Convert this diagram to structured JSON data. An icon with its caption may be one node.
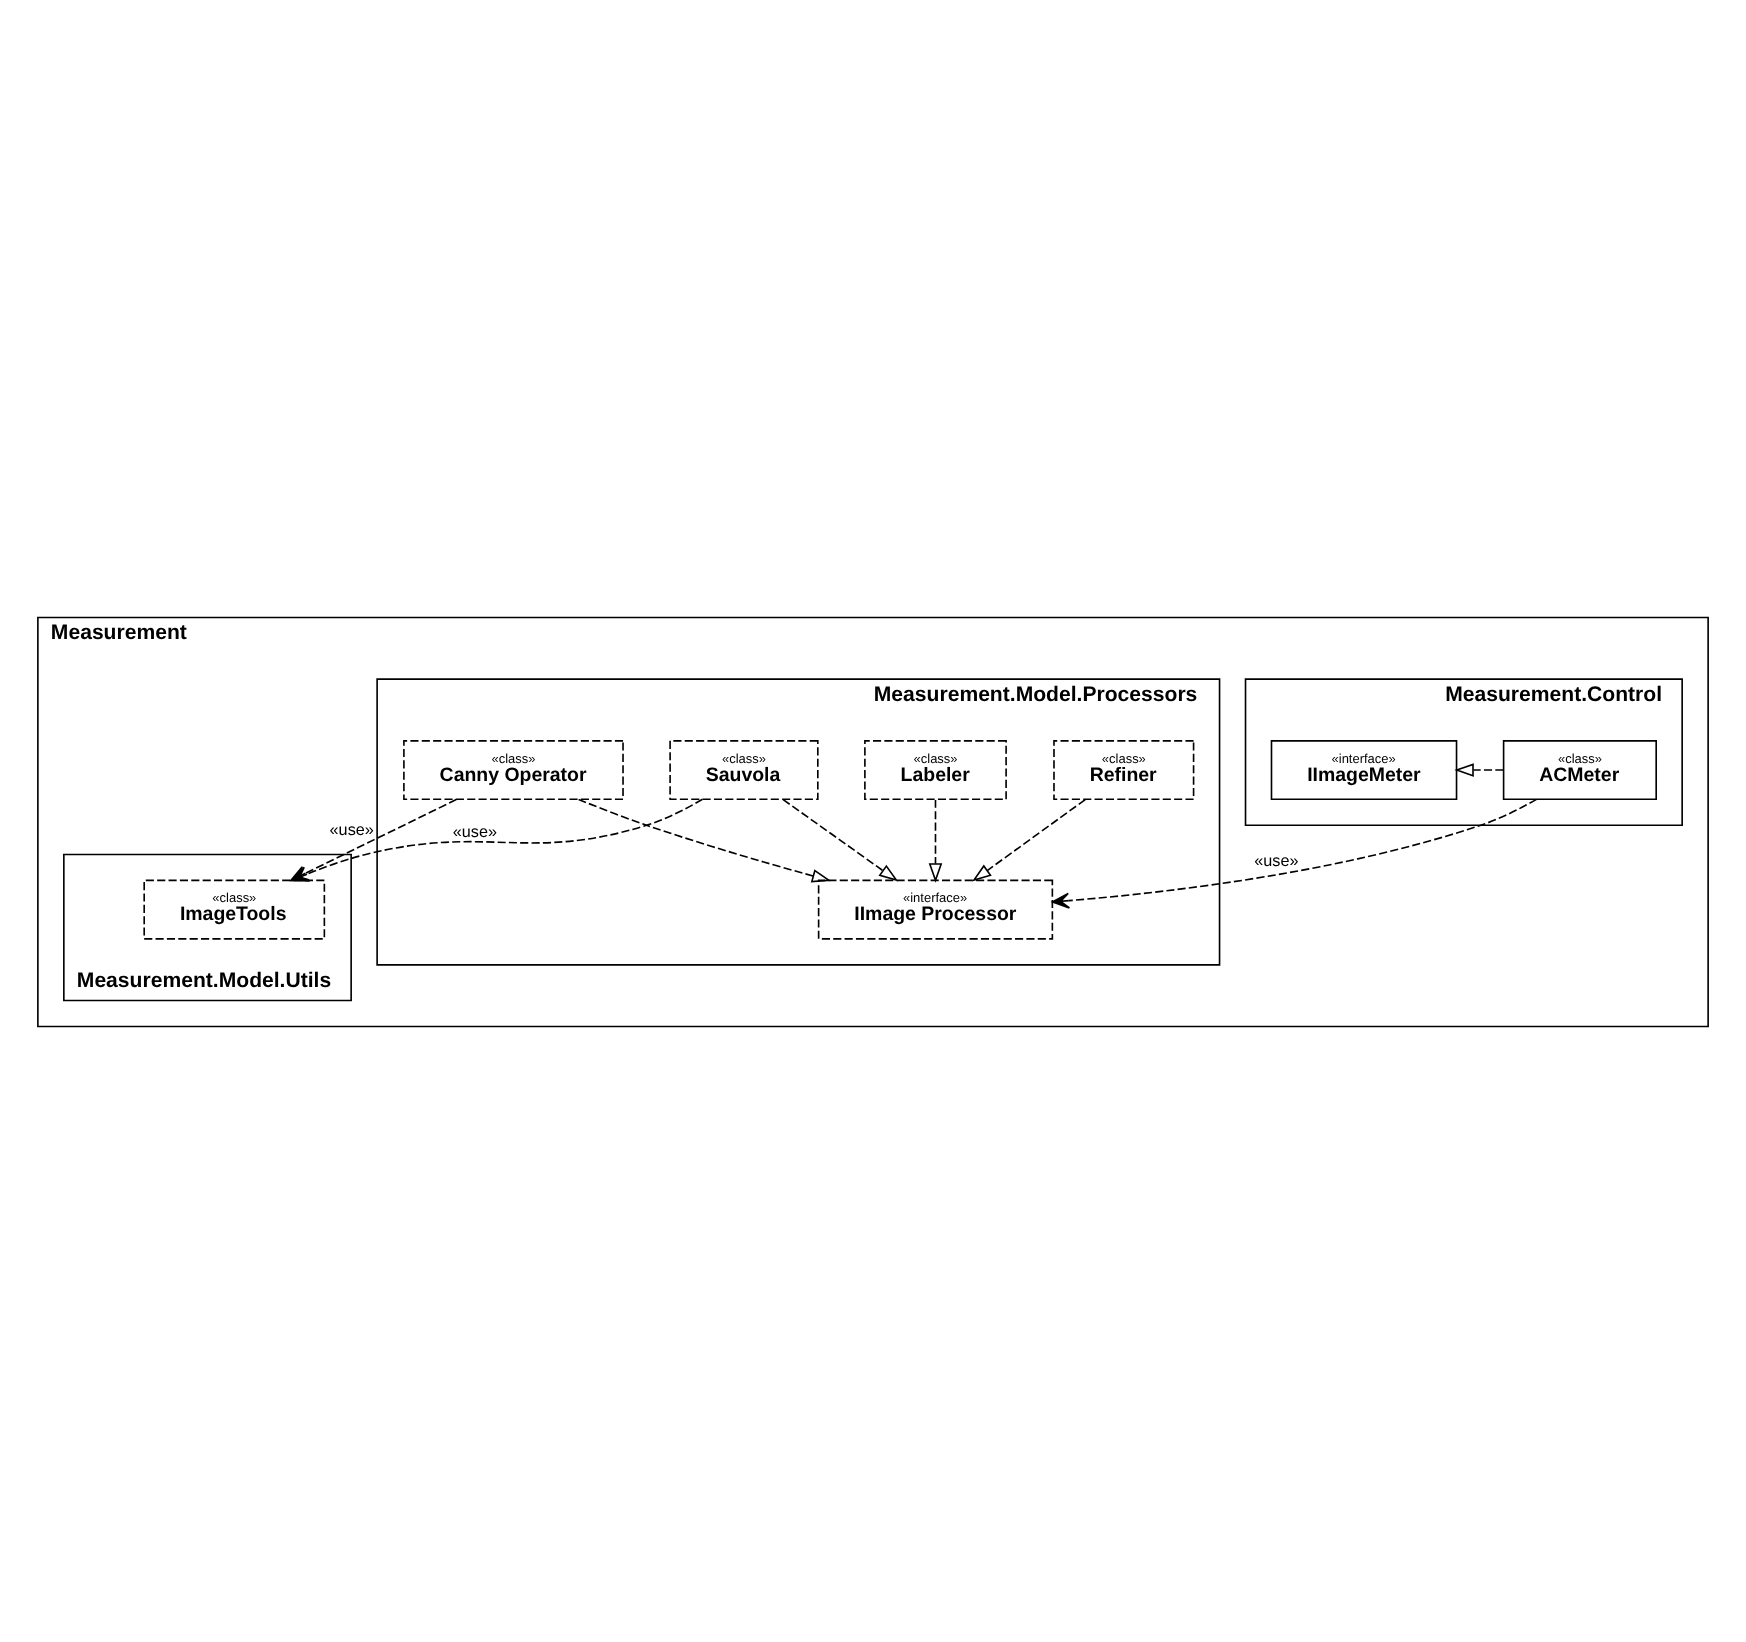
{
  "diagram": {
    "nodes": [
      {
        "text": [
          "Measurement"
        ]
      },
      {
        "text": [
          "Measurement.Control"
        ],
        "in": 0
      },
      {
        "text": [
          "«class»",
          "ACMeter"
        ],
        "in": 1
      },
      {
        "text": [
          "«interface»",
          "IImageMeter"
        ],
        "in": 1
      },
      {
        "text": [
          "Measurement.Model.Processors"
        ],
        "in": 0
      },
      {
        "text": [
          "«interface»",
          "IImage Processor"
        ],
        "in": 4
      },
      {
        "text": [
          "«class»",
          "Sauvola"
        ],
        "in": 4
      },
      {
        "text": [
          "«class»",
          "Refiner"
        ],
        "in": 4
      },
      {
        "text": [
          "«class»",
          "Labeler"
        ],
        "in": 4
      },
      {
        "text": [
          "«class»",
          "Canny Operator"
        ],
        "in": 4
      },
      {
        "text": [
          "Measurement.Model.Utils"
        ],
        "in": 0
      },
      {
        "text": [
          "«class»",
          "ImageTools"
        ],
        "in": 10
      }
    ],
    "edges": [
      {
        "from": 2,
        "to": 3,
        "arrow": "to",
        "style": "dashed"
      },
      {
        "from": 2,
        "to": 5,
        "arrow": "to",
        "style": "dashed",
        "label": "«use»"
      },
      {
        "from": 6,
        "to": 5,
        "arrow": "to",
        "style": "dashed"
      },
      {
        "from": 7,
        "to": 5,
        "arrow": "to",
        "style": "dashed"
      },
      {
        "from": 8,
        "to": 5,
        "arrow": "to",
        "style": "dashed"
      },
      {
        "from": 9,
        "to": 5,
        "arrow": "to",
        "style": "dashed"
      },
      {
        "from": 6,
        "to": 11,
        "arrow": "to",
        "style": "dashed",
        "label": "«use»"
      },
      {
        "from": 9,
        "to": 11,
        "arrow": "to",
        "style": "dashed",
        "label": "«use»"
      }
    ]
  }
}
